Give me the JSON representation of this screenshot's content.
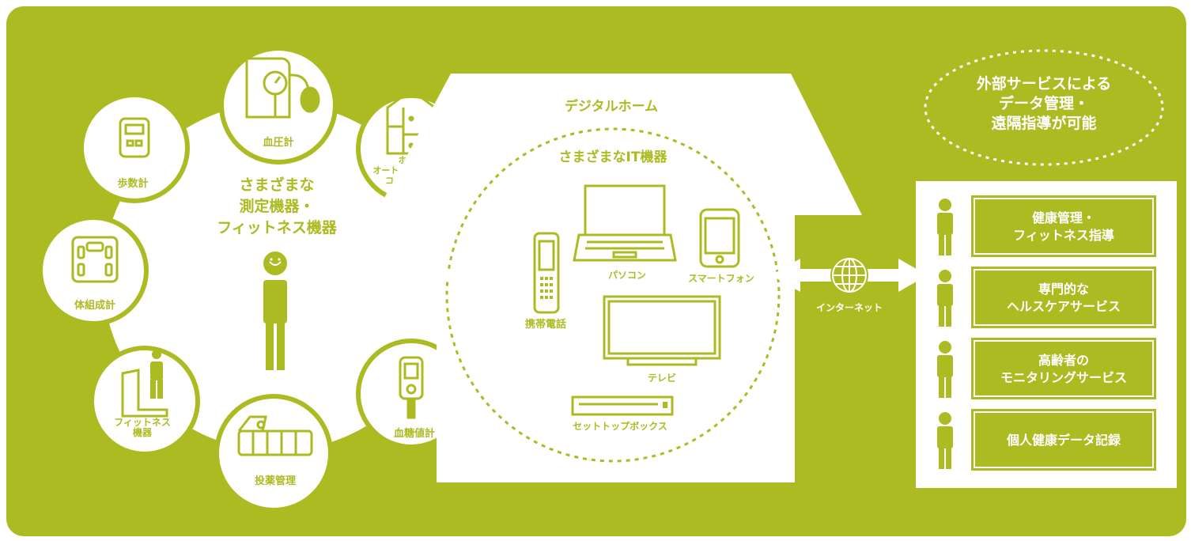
{
  "colors": {
    "background": "#adbb22",
    "foreground": "#ffffff"
  },
  "left_hub": {
    "title_lines": [
      "さまざまな",
      "測定機器・",
      "フィットネス機器"
    ],
    "devices": [
      {
        "icon": "pedometer-icon",
        "label_lines": [
          "歩数計"
        ]
      },
      {
        "icon": "blood-pressure-monitor-icon",
        "label_lines": [
          "血圧計"
        ]
      },
      {
        "icon": "home-automation-icon",
        "label_lines": [
          "ホーム",
          "オートメーション&",
          "コントロール"
        ]
      },
      {
        "icon": "body-composition-scale-icon",
        "label_lines": [
          "体組成計"
        ]
      },
      {
        "icon": "fitness-treadmill-icon",
        "label_lines": [
          "フィットネス",
          "機器"
        ]
      },
      {
        "icon": "pill-box-icon",
        "label_lines": [
          "投薬管理"
        ]
      },
      {
        "icon": "glucose-meter-icon",
        "label_lines": [
          "血糖値計"
        ]
      }
    ]
  },
  "house": {
    "title": "デジタルホーム",
    "circle_title": "さまざまなIT機器",
    "devices": [
      {
        "icon": "mobile-phone-icon",
        "label": "携帯電話"
      },
      {
        "icon": "laptop-icon",
        "label": "パソコン"
      },
      {
        "icon": "smartphone-icon",
        "label": "スマートフォン"
      },
      {
        "icon": "tv-icon",
        "label": "テレビ"
      },
      {
        "icon": "set-top-box-icon",
        "label": "セットトップボックス"
      }
    ]
  },
  "internet": {
    "icon": "globe-icon",
    "label": "インターネット"
  },
  "external_note_lines": [
    "外部サービスによる",
    "データ管理・",
    "遠隔指導が可能"
  ],
  "services": [
    {
      "lines": [
        "健康管理・",
        "フィットネス指導"
      ]
    },
    {
      "lines": [
        "専門的な",
        "ヘルスケアサービス"
      ]
    },
    {
      "lines": [
        "高齢者の",
        "モニタリングサービス"
      ]
    },
    {
      "lines": [
        "個人健康データ記録"
      ]
    }
  ]
}
